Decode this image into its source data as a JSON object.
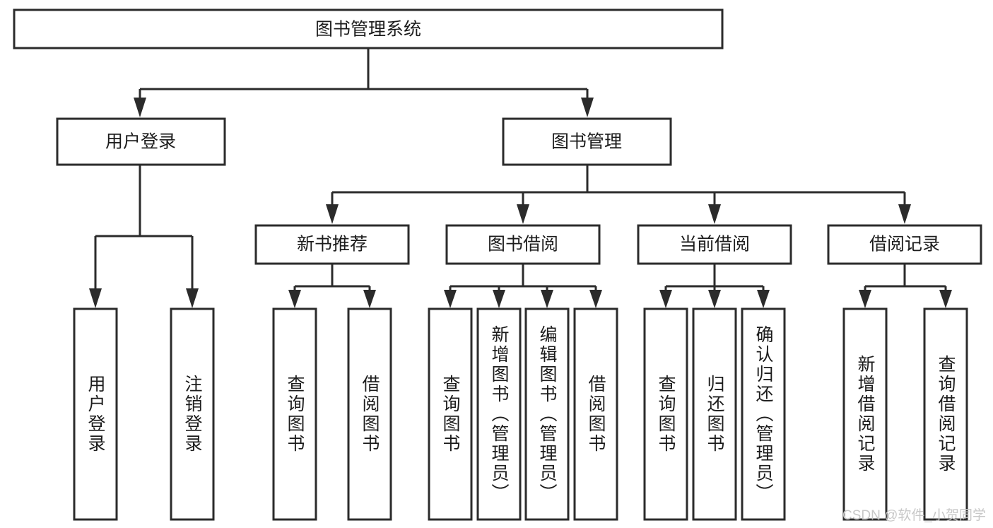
{
  "diagram": {
    "title": "图书管理系统",
    "type": "tree",
    "orientation": "top-down",
    "colors": {
      "box_stroke": "#2b2b2b",
      "box_fill": "#ffffff",
      "connector": "#2b2b2b",
      "text": "#1c1c1c",
      "background": "#ffffff",
      "watermark": "#c8c8c8"
    },
    "root": {
      "label": "图书管理系统"
    },
    "level2": [
      {
        "label": "用户登录"
      },
      {
        "label": "图书管理"
      }
    ],
    "level3": [
      {
        "label": "新书推荐"
      },
      {
        "label": "图书借阅"
      },
      {
        "label": "当前借阅"
      },
      {
        "label": "借阅记录"
      }
    ],
    "leaves": {
      "user_login": [
        {
          "label": "用户登录"
        },
        {
          "label": "注销登录"
        }
      ],
      "new_book_recommend": [
        {
          "label": "查询图书"
        },
        {
          "label": "借阅图书"
        }
      ],
      "book_borrow": [
        {
          "label": "查询图书"
        },
        {
          "label": "新增图书（管理员）"
        },
        {
          "label": "编辑图书（管理员）"
        },
        {
          "label": "借阅图书"
        }
      ],
      "current_borrow": [
        {
          "label": "查询图书"
        },
        {
          "label": "归还图书"
        },
        {
          "label": "确认归还（管理员）"
        }
      ],
      "borrow_record": [
        {
          "label": "新增借阅记录"
        },
        {
          "label": "查询借阅记录"
        }
      ]
    }
  },
  "watermark": {
    "text": "CSDN @软件_小贺同学"
  }
}
